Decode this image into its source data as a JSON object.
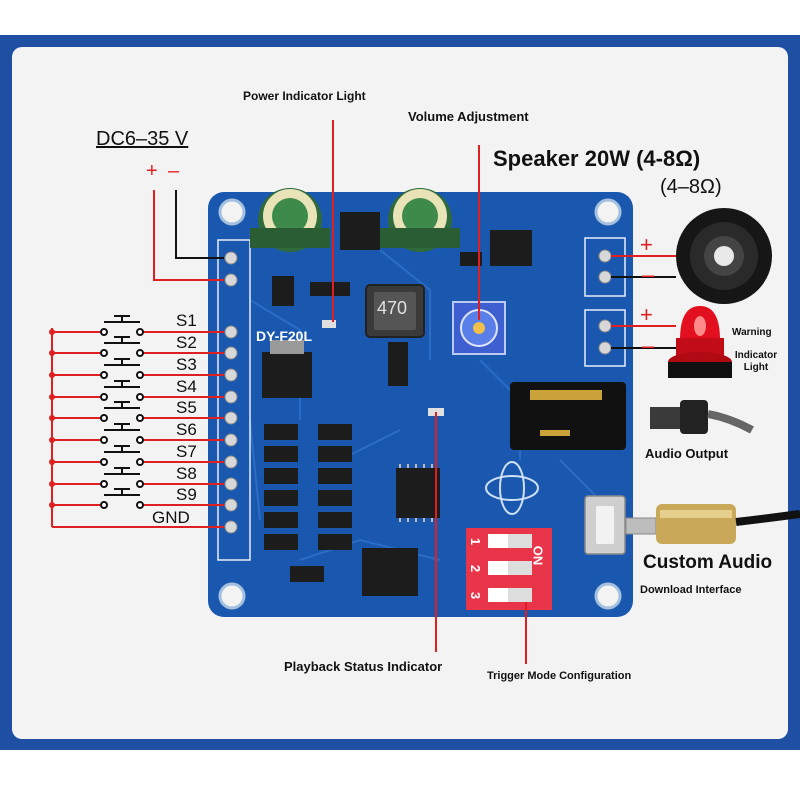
{
  "colors": {
    "frame_blue": "#1e4fa3",
    "inner_bg": "#f3f3f3",
    "pcb_blue": "#1a58b0",
    "wire_red": "#e02020",
    "wire_black": "#111111",
    "dip_red": "#e8354a"
  },
  "labels": {
    "power_light": "Power Indicator Light",
    "volume": "Volume Adjustment",
    "speaker": "Speaker 20W (4-8Ω)",
    "impedance": "(4–8Ω)",
    "dc_voltage": "DC6–35 V",
    "plus": "+",
    "minus": "–",
    "warning": "Warning",
    "indicator_light": "Indicator Light",
    "audio_output": "Audio Output",
    "custom_audio": "Custom Audio",
    "download_interface": "Download Interface",
    "playback_status": "Playback Status Indicator",
    "trigger_mode": "Trigger Mode Configuration"
  },
  "board": {
    "model": "DY-F20L",
    "inductor_value": "470",
    "dip_on": "ON",
    "dip_numbers": [
      "1",
      "2",
      "3"
    ]
  },
  "switches": [
    "S1",
    "S2",
    "S3",
    "S4",
    "S5",
    "S6",
    "S7",
    "S8",
    "S9"
  ],
  "gnd_label": "GND",
  "icons": [
    "speaker-icon",
    "warning-light-icon",
    "audio-plug-icon",
    "usb-cable-icon",
    "push-button-icon"
  ]
}
